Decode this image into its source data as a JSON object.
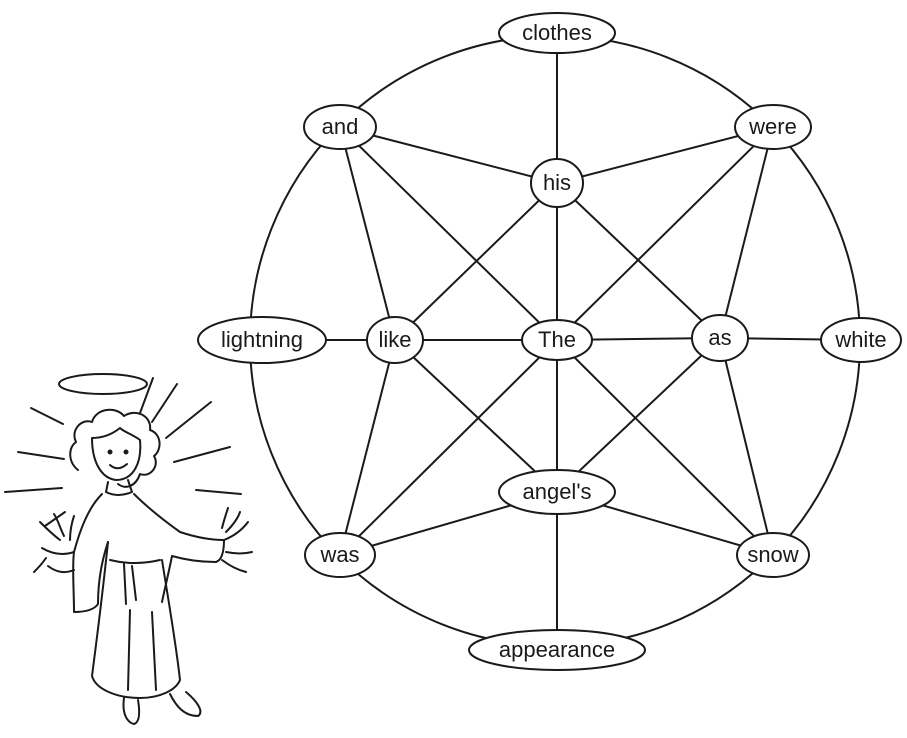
{
  "diagram": {
    "center_word": "The",
    "words": [
      {
        "id": "the",
        "label": "The"
      },
      {
        "id": "clothes",
        "label": "clothes"
      },
      {
        "id": "and",
        "label": "and"
      },
      {
        "id": "were",
        "label": "were"
      },
      {
        "id": "his",
        "label": "his"
      },
      {
        "id": "lightning",
        "label": "lightning"
      },
      {
        "id": "like",
        "label": "like"
      },
      {
        "id": "as",
        "label": "as"
      },
      {
        "id": "white",
        "label": "white"
      },
      {
        "id": "angels",
        "label": "angel's"
      },
      {
        "id": "was",
        "label": "was"
      },
      {
        "id": "snow",
        "label": "snow"
      },
      {
        "id": "appearance",
        "label": "appearance"
      }
    ],
    "connections": [
      [
        "clothes",
        "his"
      ],
      [
        "his",
        "the"
      ],
      [
        "the",
        "angels"
      ],
      [
        "angels",
        "appearance"
      ],
      [
        "lightning",
        "like"
      ],
      [
        "like",
        "the"
      ],
      [
        "the",
        "as"
      ],
      [
        "as",
        "white"
      ],
      [
        "and",
        "his"
      ],
      [
        "his",
        "were"
      ],
      [
        "was",
        "angels"
      ],
      [
        "angels",
        "snow"
      ],
      [
        "and",
        "like"
      ],
      [
        "like",
        "was"
      ],
      [
        "were",
        "as"
      ],
      [
        "as",
        "snow"
      ],
      [
        "and",
        "the"
      ],
      [
        "the",
        "snow"
      ],
      [
        "were",
        "the"
      ],
      [
        "the",
        "was"
      ],
      [
        "his",
        "like"
      ],
      [
        "his",
        "as"
      ],
      [
        "like",
        "angels"
      ],
      [
        "as",
        "angels"
      ]
    ],
    "illustration": "angel-with-halo"
  }
}
